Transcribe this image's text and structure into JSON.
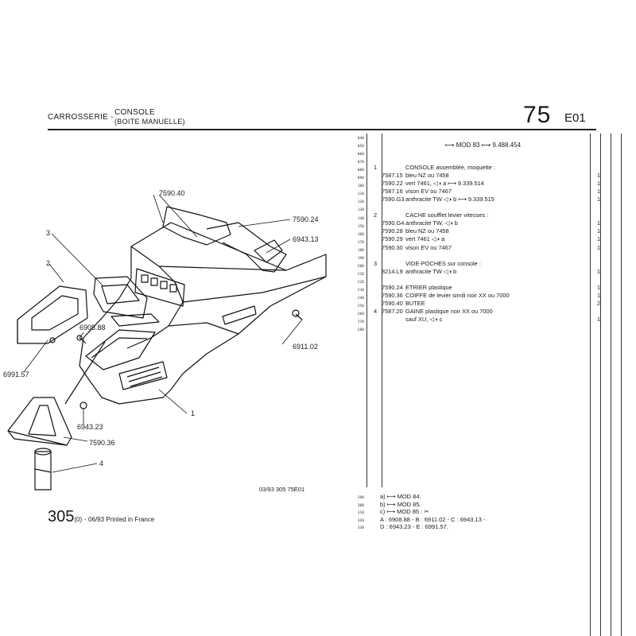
{
  "header": {
    "section": "CARROSSERIE -",
    "title_line1": "CONSOLE",
    "title_line2": "(BOITE MANUELLE)",
    "group_number": "75",
    "sheet_code": "E01"
  },
  "line_numbers": [
    "040",
    "050",
    "060",
    "070",
    "080",
    "090",
    "100",
    "110",
    "120",
    "130",
    "140",
    "150",
    "160",
    "170",
    "180",
    "190",
    "200",
    "210",
    "220",
    "230",
    "240",
    "250",
    "260",
    "270",
    "280"
  ],
  "mod_note": {
    "label": "MOD 83",
    "number": "9.488.454"
  },
  "parts": [
    {
      "item": "1",
      "ref": "",
      "desc": "CONSOLE assemblée, moquette :",
      "qty": ""
    },
    {
      "item": "",
      "ref": "7587.15",
      "desc": "bleu NZ ou 7458",
      "qty": "1"
    },
    {
      "item": "",
      "ref": "7590.22",
      "desc": "vert 7461, ◁◑ a ⟼ 9.339.514",
      "qty": "1"
    },
    {
      "item": "",
      "ref": "7587.16",
      "desc": "vison EV ou 7467",
      "qty": "1"
    },
    {
      "item": "",
      "ref": "7590.G3",
      "desc": "anthracite TW  ◁◑ b ⟼ 9.339.515",
      "qty": "1"
    },
    {
      "item": "",
      "ref": "",
      "desc": "",
      "qty": ""
    },
    {
      "item": "2",
      "ref": "",
      "desc": "CACHE soufflet levier vitesses :",
      "qty": ""
    },
    {
      "item": "",
      "ref": "7590.G4",
      "desc": "anthracite TW,  ◁◑ b",
      "qty": "1"
    },
    {
      "item": "",
      "ref": "7590.28",
      "desc": "bleu NZ ou 7458",
      "qty": "1"
    },
    {
      "item": "",
      "ref": "7590.29",
      "desc": "vert 7461  ◁◑ a",
      "qty": "1"
    },
    {
      "item": "",
      "ref": "7590.30",
      "desc": "vison EV ou 7467",
      "qty": "1"
    },
    {
      "item": "",
      "ref": "",
      "desc": "",
      "qty": ""
    },
    {
      "item": "3",
      "ref": "",
      "desc": "VIDE-POCHES sur console :",
      "qty": ""
    },
    {
      "item": "",
      "ref": "8214.L9",
      "desc": "anthracite TW  ◁◑ b",
      "qty": "1"
    },
    {
      "item": "",
      "ref": "",
      "desc": "",
      "qty": ""
    },
    {
      "item": "",
      "ref": "7590.24",
      "desc": "ETRIER plastique",
      "qty": "1"
    },
    {
      "item": "",
      "ref": "7590.36",
      "desc": "COIFFE de levier simili noir XX ou 7000",
      "qty": "1"
    },
    {
      "item": "",
      "ref": "7590.40",
      "desc": "BUTEE",
      "qty": "2"
    },
    {
      "item": "4",
      "ref": "7587.20",
      "desc": "GAINE plastique noir XX ou 7000",
      "qty": ""
    },
    {
      "item": "",
      "ref": "",
      "desc": "sauf XU,  ◁◑ c",
      "qty": "1"
    }
  ],
  "callouts": {
    "c7590_40": "7590.40",
    "c7590_24": "7590.24",
    "c6943_13": "6943.13",
    "c3": "3",
    "c2": "2",
    "c6908_88": "6908.88",
    "c6991_57": "6991.57",
    "c6911_02": "6911.02",
    "c1": "1",
    "c6943_23": "6943.23",
    "c7590_36": "7590.36",
    "c4": "4"
  },
  "diagram_ref": "03/93  305  75E01",
  "footer_page": "305",
  "footer_page_suffix": "(0)",
  "footer_print": "- 06/93 Printed in France",
  "footer_line_numbers": [
    "290",
    "300",
    "310",
    "320",
    "330"
  ],
  "footnotes": [
    "a)  ⟼ MOD 84.",
    "b)  ⟼ MOD 85.",
    "c)  ⟼ MOD 85 :  ✂",
    "A : 6908.88 - B : 6911.02 - C : 6943.13 -",
    "D : 6943.23 - E : 6991.57."
  ]
}
